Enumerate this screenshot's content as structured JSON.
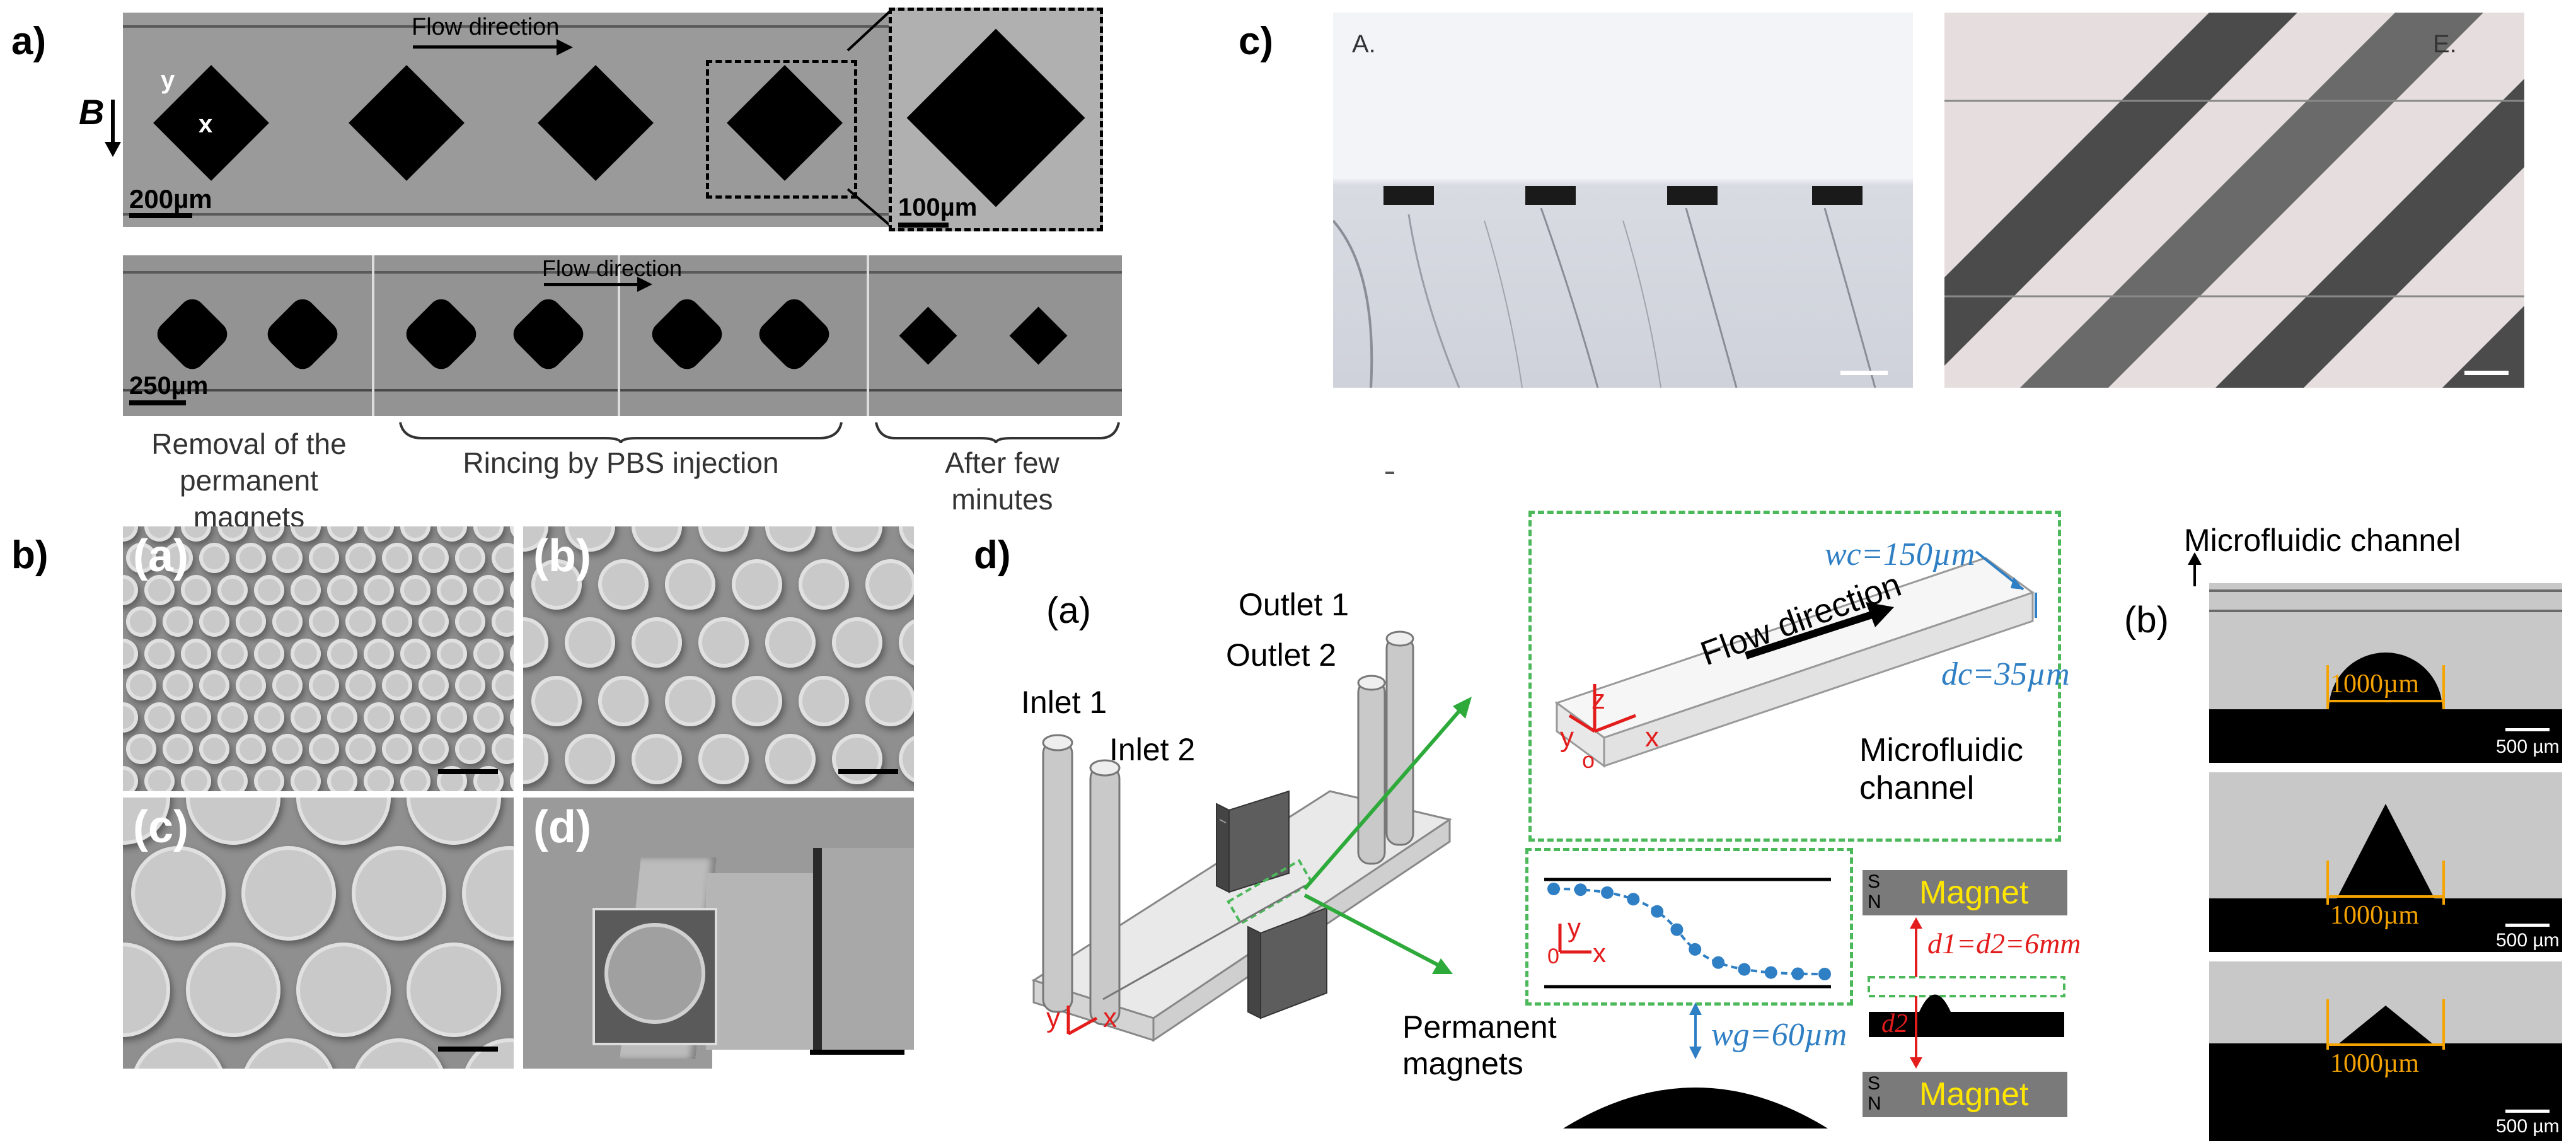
{
  "panel_labels": {
    "a": "a)",
    "b": "b)",
    "c": "c)",
    "d": "d)"
  },
  "panel_a": {
    "flow_direction_top": "Flow direction",
    "flow_direction_bottom": "Flow direction",
    "field_label": "B",
    "axis_y": "y",
    "axis_x": "x",
    "scale_main": "200µm",
    "scale_inset": "100µm",
    "scale_bottom": "250µm",
    "caption_removal": "Removal of the permanent magnets",
    "caption_rincing": "Rincing by PBS injection",
    "caption_after": "After few minutes"
  },
  "panel_b": {
    "sub_labels": [
      "(a)",
      "(b)",
      "(c)",
      "(d)"
    ]
  },
  "panel_c": {
    "left_label": "A.",
    "right_label": "E."
  },
  "panel_d": {
    "sub_a": "(a)",
    "sub_b": "(b)",
    "outlet1": "Outlet 1",
    "outlet2": "Outlet 2",
    "inlet1": "Inlet 1",
    "inlet2": "Inlet 2",
    "permanent_magnets": "Permanent magnets",
    "axis_y": "y",
    "axis_x": "x",
    "axis_z": "z",
    "axis_o": "o",
    "axis_0": "0",
    "wc": "wc=150µm",
    "dc": "dc=35µm",
    "flow_direction": "Flow direction",
    "microfluidic_channel": "Microfluidic channel",
    "wg": "wg=60µm",
    "magnet_top": "Magnet",
    "magnet_bottom": "Magnet",
    "pole_s": "S",
    "pole_n": "N",
    "d_eq": "d1=d2=6mm",
    "d2": "d2",
    "microfluidic_channel_b": "Microfluidic channel",
    "width_1": "1000µm",
    "width_2": "1000µm",
    "width_3": "1000µm",
    "scale_1": "500 µm",
    "scale_2": "500 µm",
    "scale_3": "500 µm"
  }
}
